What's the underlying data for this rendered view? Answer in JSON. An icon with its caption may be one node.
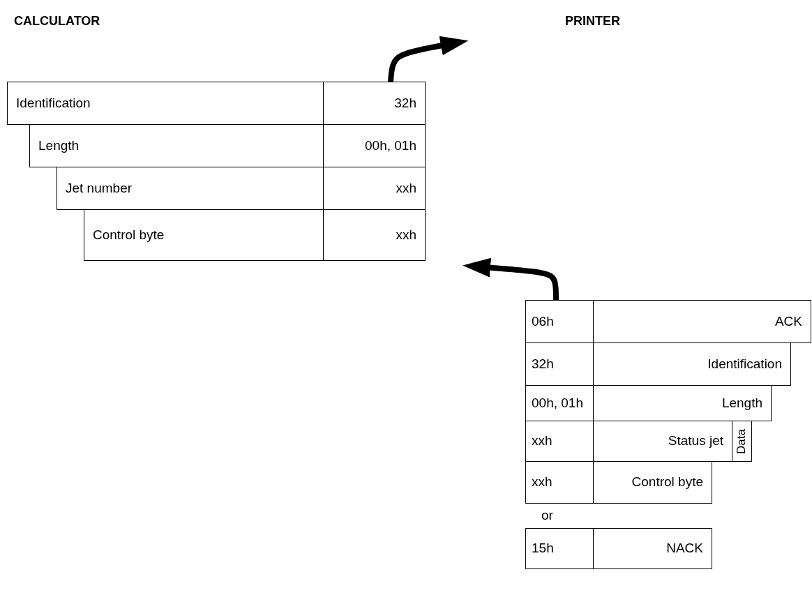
{
  "diagram": {
    "nodes": [
      {
        "text": [
          "Identification",
          "32h"
        ]
      },
      {
        "text": [
          "Length",
          "00h, 01h"
        ]
      },
      {
        "text": [
          "Jet number",
          "xxh"
        ]
      },
      {
        "text": [
          "Control byte",
          "xxh"
        ]
      },
      {
        "text": [
          "06h",
          "ACK"
        ]
      },
      {
        "text": [
          "32h",
          "Identification"
        ]
      },
      {
        "text": [
          "00h, 01h",
          "Length"
        ]
      },
      {
        "text": [
          "xxh",
          "Status jet"
        ]
      },
      {
        "text": [
          "Data"
        ]
      },
      {
        "text": [
          "xxh",
          "Control byte"
        ]
      },
      {
        "text": [
          "15h",
          "NACK"
        ]
      }
    ],
    "edges": [
      {
        "from": 0,
        "to": null,
        "arrow": "to"
      },
      {
        "from": 4,
        "to": null,
        "arrow": "to"
      }
    ],
    "labels": [
      "CALCULATOR",
      "PRINTER",
      "or"
    ]
  }
}
